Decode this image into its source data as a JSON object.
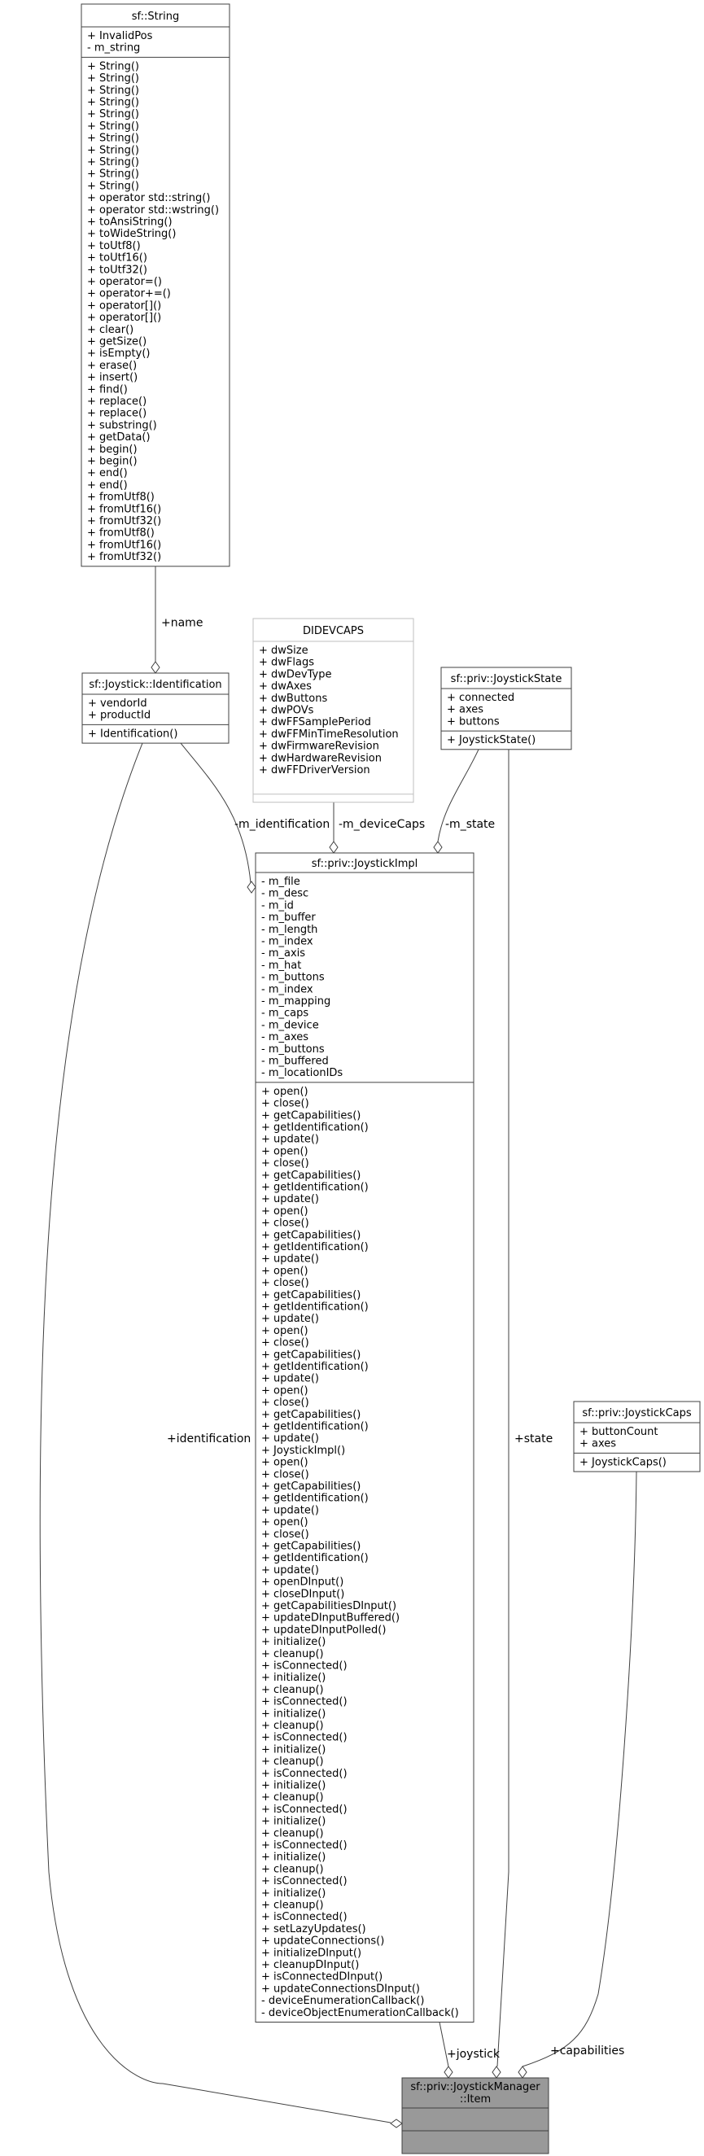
{
  "classes": [
    {
      "id": "string",
      "title": [
        "sf::String"
      ],
      "attributes": [
        "+ InvalidPos",
        "- m_string"
      ],
      "methods": [
        "+ String()",
        "+ String()",
        "+ String()",
        "+ String()",
        "+ String()",
        "+ String()",
        "+ String()",
        "+ String()",
        "+ String()",
        "+ String()",
        "+ String()",
        "+ operator std::string()",
        "+ operator std::wstring()",
        "+ toAnsiString()",
        "+ toWideString()",
        "+ toUtf8()",
        "+ toUtf16()",
        "+ toUtf32()",
        "+ operator=()",
        "+ operator+=()",
        "+ operator[]()",
        "+ operator[]()",
        "+ clear()",
        "+ getSize()",
        "+ isEmpty()",
        "+ erase()",
        "+ insert()",
        "+ find()",
        "+ replace()",
        "+ replace()",
        "+ substring()",
        "+ getData()",
        "+ begin()",
        "+ begin()",
        "+ end()",
        "+ end()",
        "+ fromUtf8()",
        "+ fromUtf16()",
        "+ fromUtf32()",
        "+ fromUtf8()",
        "+ fromUtf16()",
        "+ fromUtf32()"
      ]
    },
    {
      "id": "didevcaps",
      "title": [
        "DIDEVCAPS"
      ],
      "attributes": [
        "+ dwSize",
        "+ dwFlags",
        "+ dwDevType",
        "+ dwAxes",
        "+ dwButtons",
        "+ dwPOVs",
        "+ dwFFSamplePeriod",
        "+ dwFFMinTimeResolution",
        "+ dwFirmwareRevision",
        "+ dwHardwareRevision",
        "+ dwFFDriverVersion"
      ],
      "methods": []
    },
    {
      "id": "identification",
      "title": [
        "sf::Joystick::Identification"
      ],
      "attributes": [
        "+ vendorId",
        "+ productId"
      ],
      "methods": [
        "+ Identification()"
      ]
    },
    {
      "id": "joystickstate",
      "title": [
        "sf::priv::JoystickState"
      ],
      "attributes": [
        "+ connected",
        "+ axes",
        "+ buttons"
      ],
      "methods": [
        "+ JoystickState()"
      ]
    },
    {
      "id": "joystickimpl",
      "title": [
        "sf::priv::JoystickImpl"
      ],
      "attributes": [
        "- m_file",
        "- m_desc",
        "- m_id",
        "- m_buffer",
        "- m_length",
        "- m_index",
        "- m_axis",
        "- m_hat",
        "- m_buttons",
        "- m_index",
        "- m_mapping",
        "- m_caps",
        "- m_device",
        "- m_axes",
        "- m_buttons",
        "- m_buffered",
        "- m_locationIDs"
      ],
      "methods": [
        "+ open()",
        "+ close()",
        "+ getCapabilities()",
        "+ getIdentification()",
        "+ update()",
        "+ open()",
        "+ close()",
        "+ getCapabilities()",
        "+ getIdentification()",
        "+ update()",
        "+ open()",
        "+ close()",
        "+ getCapabilities()",
        "+ getIdentification()",
        "+ update()",
        "+ open()",
        "+ close()",
        "+ getCapabilities()",
        "+ getIdentification()",
        "+ update()",
        "+ open()",
        "+ close()",
        "+ getCapabilities()",
        "+ getIdentification()",
        "+ update()",
        "+ open()",
        "+ close()",
        "+ getCapabilities()",
        "+ getIdentification()",
        "+ update()",
        "+ JoystickImpl()",
        "+ open()",
        "+ close()",
        "+ getCapabilities()",
        "+ getIdentification()",
        "+ update()",
        "+ open()",
        "+ close()",
        "+ getCapabilities()",
        "+ getIdentification()",
        "+ update()",
        "+ openDInput()",
        "+ closeDInput()",
        "+ getCapabilitiesDInput()",
        "+ updateDInputBuffered()",
        "+ updateDInputPolled()",
        "+ initialize()",
        "+ cleanup()",
        "+ isConnected()",
        "+ initialize()",
        "+ cleanup()",
        "+ isConnected()",
        "+ initialize()",
        "+ cleanup()",
        "+ isConnected()",
        "+ initialize()",
        "+ cleanup()",
        "+ isConnected()",
        "+ initialize()",
        "+ cleanup()",
        "+ isConnected()",
        "+ initialize()",
        "+ cleanup()",
        "+ isConnected()",
        "+ initialize()",
        "+ cleanup()",
        "+ isConnected()",
        "+ initialize()",
        "+ cleanup()",
        "+ isConnected()",
        "+ setLazyUpdates()",
        "+ updateConnections()",
        "+ initializeDInput()",
        "+ cleanupDInput()",
        "+ isConnectedDInput()",
        "+ updateConnectionsDInput()",
        "- deviceEnumerationCallback()",
        "- deviceObjectEnumerationCallback()"
      ]
    },
    {
      "id": "joystickcaps",
      "title": [
        "sf::priv::JoystickCaps"
      ],
      "attributes": [
        "+ buttonCount",
        "+ axes"
      ],
      "methods": [
        "+ JoystickCaps()"
      ]
    },
    {
      "id": "item",
      "title": [
        "sf::priv::JoystickManager",
        "::Item"
      ],
      "attributes": [],
      "methods": []
    }
  ],
  "edges": [
    {
      "from": "string",
      "to": "identification",
      "label": "+name"
    },
    {
      "from": "identification",
      "to": "joystickimpl",
      "label": "-m_identification"
    },
    {
      "from": "didevcaps",
      "to": "joystickimpl",
      "label": "-m_deviceCaps"
    },
    {
      "from": "joystickstate",
      "to": "joystickimpl",
      "label": "-m_state"
    },
    {
      "from": "identification",
      "to": "item",
      "label": "+identification"
    },
    {
      "from": "joystickstate",
      "to": "item",
      "label": "+state"
    },
    {
      "from": "joystickimpl",
      "to": "item",
      "label": "+joystick"
    },
    {
      "from": "joystickcaps",
      "to": "item",
      "label": "+capabilities"
    }
  ],
  "colors": {
    "border_dark": "#404040",
    "border_light": "#bfbfbf",
    "header_highlight": "#999999",
    "line": "#404040",
    "background": "#ffffff",
    "text": "#000000"
  }
}
